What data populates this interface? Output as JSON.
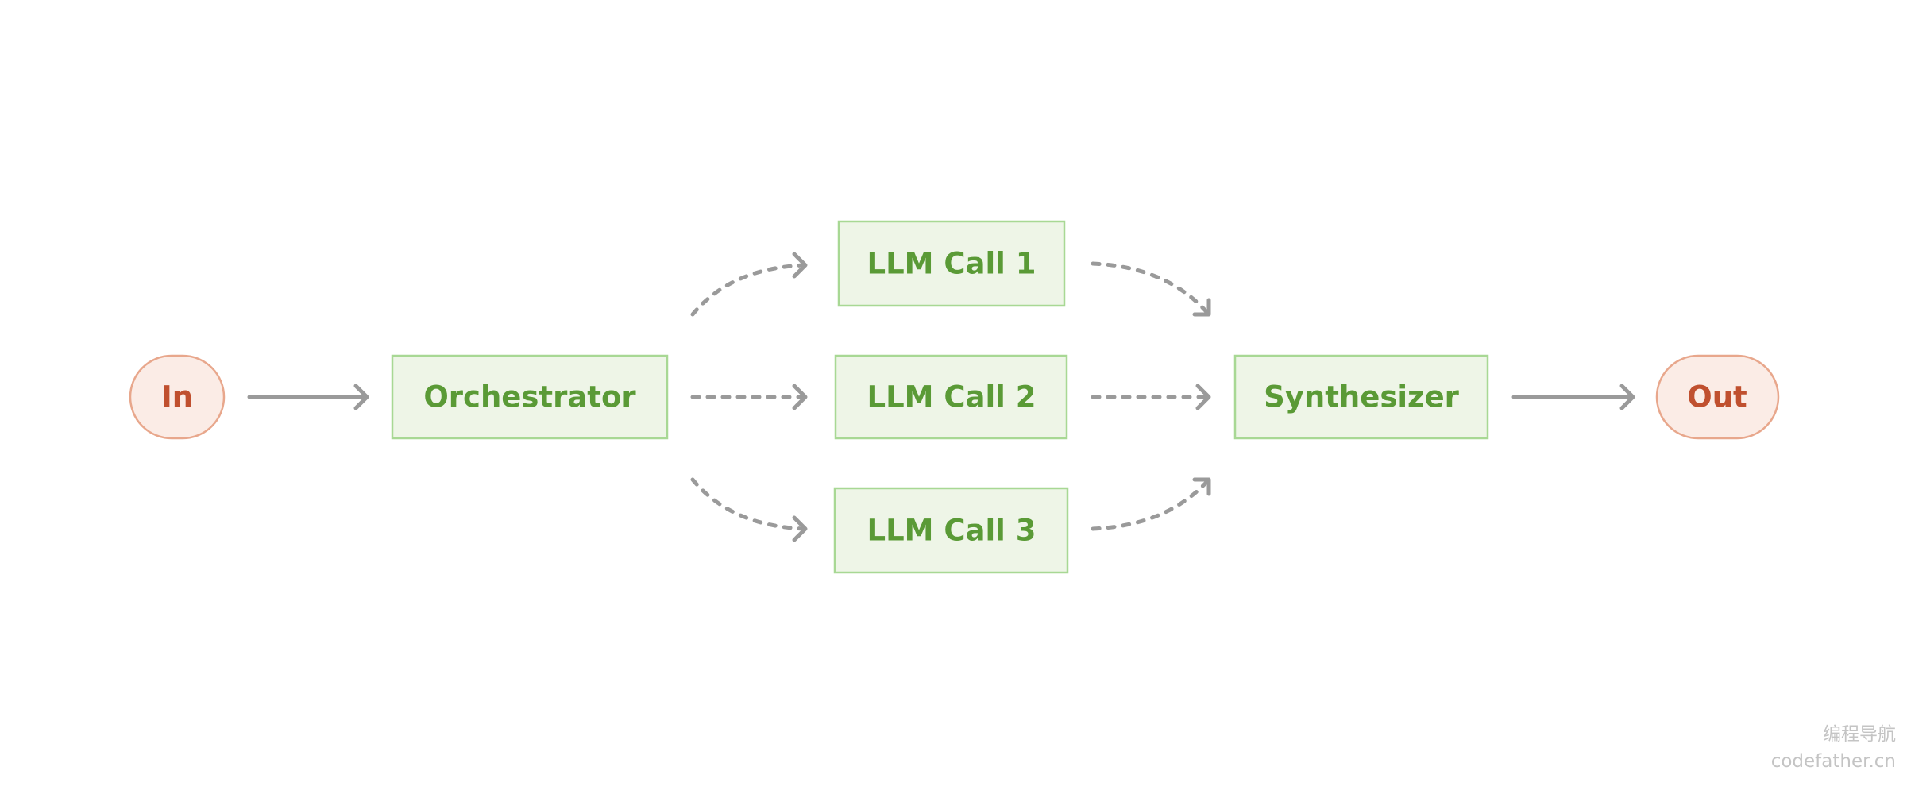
{
  "nodes": {
    "input": "In",
    "orchestrator": "Orchestrator",
    "llm_call_1": "LLM Call 1",
    "llm_call_2": "LLM Call 2",
    "llm_call_3": "LLM Call 3",
    "synthesizer": "Synthesizer",
    "output": "Out"
  },
  "watermark": {
    "line1": "编程导航",
    "line2": "codefather.cn"
  },
  "colors": {
    "box_fill": "#eef5e7",
    "box_border": "#a8d894",
    "box_text": "#5a9a36",
    "terminal_fill": "#fbece6",
    "terminal_border": "#e8a78c",
    "terminal_text": "#c0502f",
    "arrow": "#9a9a9a"
  }
}
